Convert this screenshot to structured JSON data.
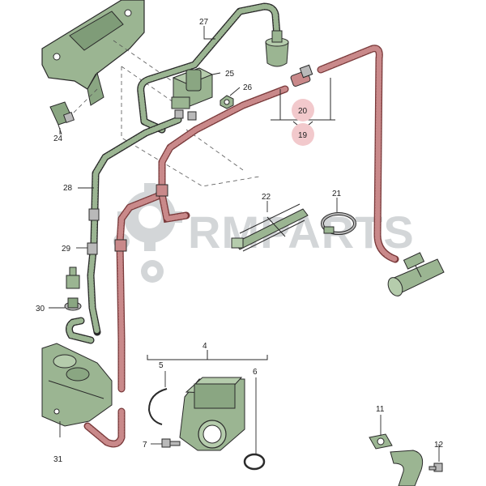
{
  "diagram": {
    "watermark": "RMPARTS",
    "callouts": {
      "c27": "27",
      "c25": "25",
      "c26": "26",
      "c24": "24",
      "c20": "20",
      "c19": "19",
      "c28": "28",
      "c22": "22",
      "c21": "21",
      "c29": "29",
      "c30": "30",
      "c4": "4",
      "c5": "5",
      "c6": "6",
      "c7": "7",
      "c31": "31",
      "c11": "11",
      "c12": "12"
    },
    "colors": {
      "green_body": "#9bb592",
      "green_dark": "#3f5a3a",
      "red_hose": "#c9898a",
      "red_dark": "#7a3a3b",
      "highlight": "#f2c9cc",
      "line": "#2a2a2a"
    }
  }
}
